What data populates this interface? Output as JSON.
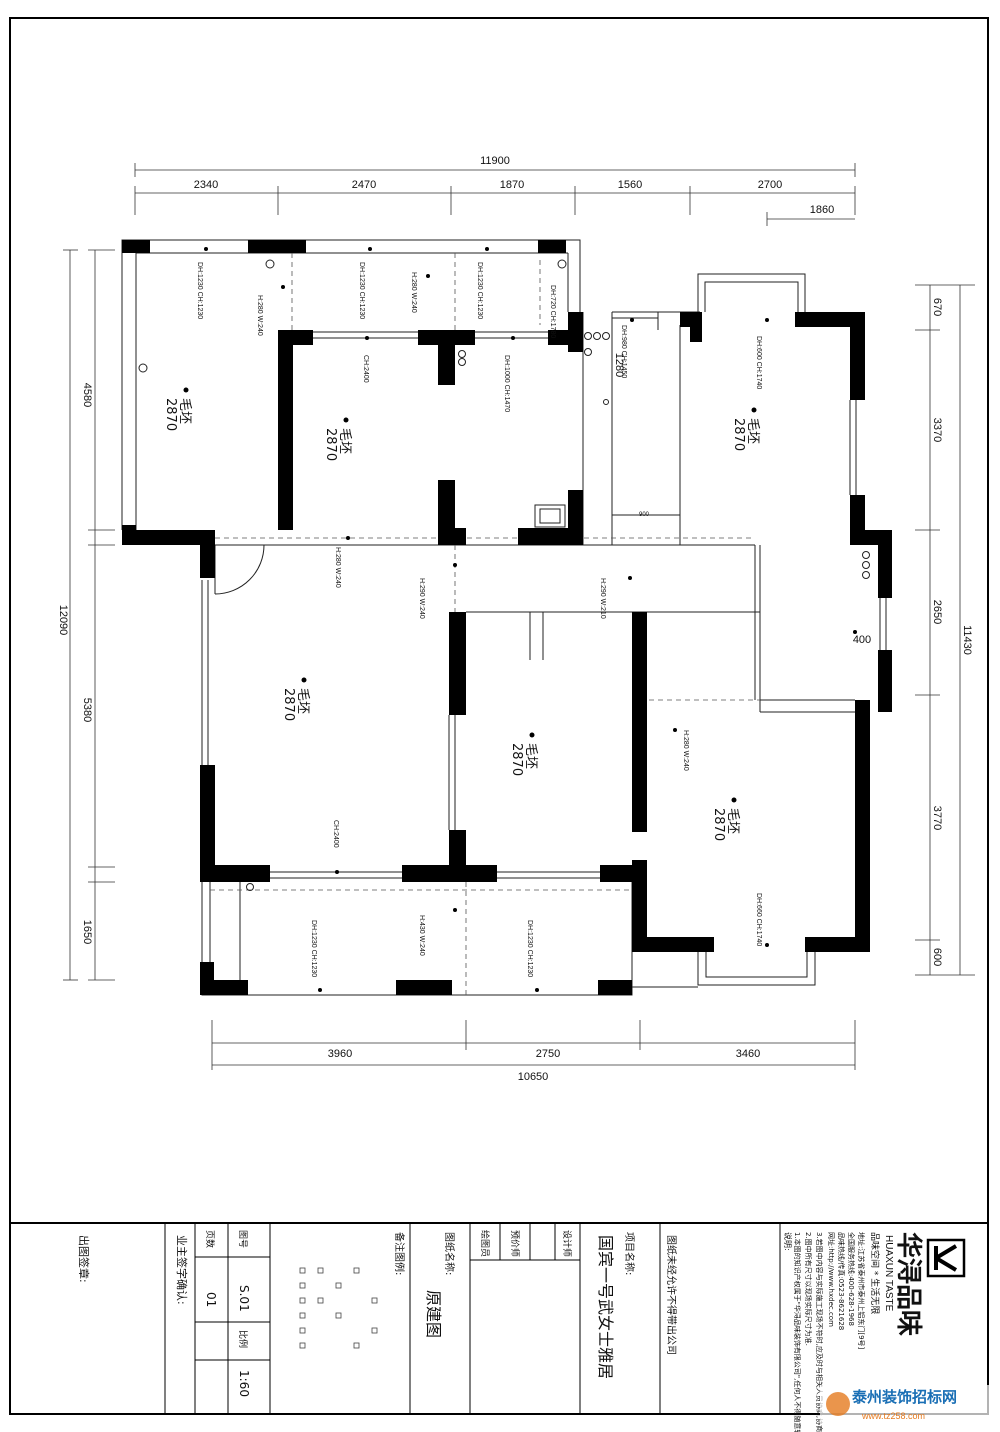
{
  "dimensions": {
    "top_total": "11900",
    "top_segments": [
      "2340",
      "2470",
      "1870",
      "1560",
      "2700"
    ],
    "top_extra": "1860",
    "bottom_total": "10650",
    "bottom_segments": [
      "3960",
      "2750",
      "3460"
    ],
    "left_total": "12090",
    "left_segments": [
      "4580",
      "5380",
      "1650"
    ],
    "right_total": "11430",
    "right_segments": [
      "670",
      "3370",
      "2650",
      "3770",
      "600"
    ],
    "inner_900": "900",
    "inner_1280": "1280",
    "inner_400": "400"
  },
  "rooms": [
    {
      "label": "毛坯",
      "height": "2870"
    },
    {
      "label": "毛坯",
      "height": "2870"
    },
    {
      "label": "毛坯",
      "height": "2870"
    },
    {
      "label": "毛坯",
      "height": "2870"
    },
    {
      "label": "毛坯",
      "height": "2870"
    },
    {
      "label": "毛坯",
      "height": "2870"
    }
  ],
  "annotations": {
    "dh1230_ch1230": "DH:1230 CH:1230",
    "h280_w240": "H:280 W:240",
    "dh720_ch1780": "DH:720 CH:1780",
    "ch2400": "CH:2400",
    "dh1000_ch1470": "DH:1000 CH:1470",
    "dh980_ch1450": "DH:980 CH:1450",
    "dh600_ch1740": "DH:600 CH:1740",
    "h290_w240": "H:290 W:240",
    "h290_w210": "H:290 W:210",
    "h280_w240b": "H:280 W:240",
    "h430_w240": "H:430 W:240",
    "dh660_ch1740": "DH:660 CH:1740",
    "ch2400b": "CH:2400",
    "dh1230b": "DH:1230 CH:1230"
  },
  "titleblock": {
    "brand_cn": "华浔品味",
    "brand_en": "HUAXUN TASTE",
    "brand_slogan": "品味空间 * 生活无限",
    "address": "地址:江苏省泰州市泰州上铝东门[9号]",
    "hotline": "全国服务热线:400-628-1968",
    "phone": "品味热线/传真:0523-8621628",
    "website": "网址:http://www.hxdec.com",
    "notes_title": "说明:",
    "note1": "1.本图的知识产权属于\"华浔品味装饰有限公司\",任何人不得随意转载抄袭.",
    "note2": "2.图中所有尺寸以现场实际尺寸为准.",
    "note3": "3.若图中内容与实际施工现场不符时,应及时与相关人员协商,协商后方可施工.",
    "copyright": "图纸未经允许不得带出公司",
    "project_label": "项目名称:",
    "project_name": "国宾一号武女士雅居",
    "designer": "设计师",
    "budget": "预价师",
    "drafter": "绘图员",
    "drawing_name_label": "图纸名称:",
    "drawing_name": "原建图",
    "legend_label": "备注图例:",
    "drawing_no_label": "图号",
    "drawing_no": "S.01",
    "page_label": "页数",
    "page_no": "01",
    "scale_label": "比例",
    "scale": "1:60",
    "owner_confirm": "业主签字确认:",
    "issue_sign": "出图签章:",
    "watermark": "泰州装饰招标网",
    "watermark_url": "www.tz258.com"
  }
}
